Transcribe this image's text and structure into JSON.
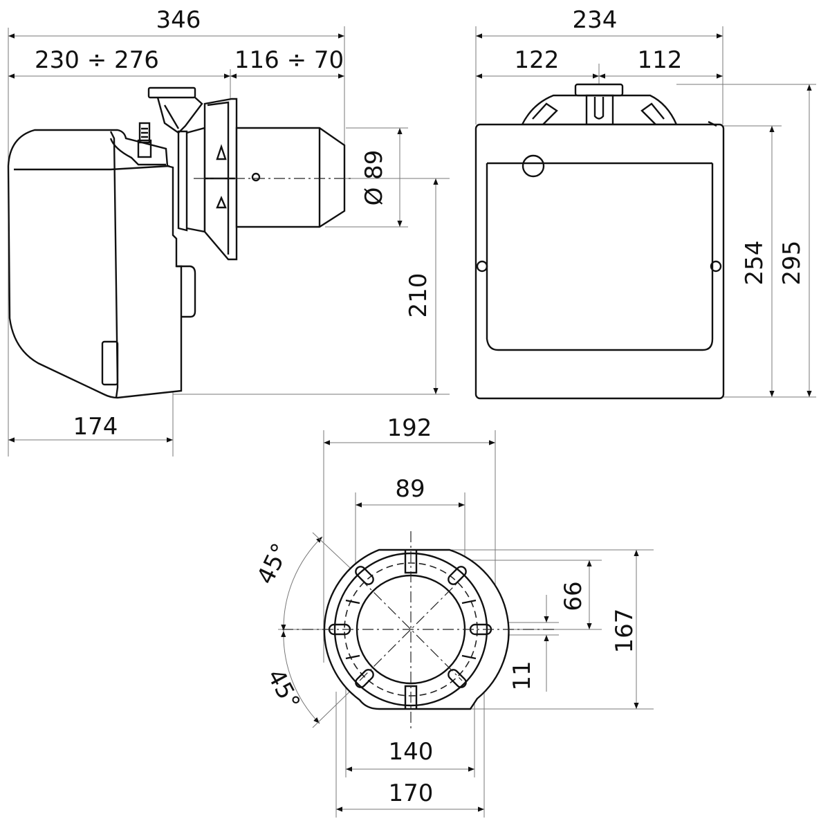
{
  "dimensions": {
    "d346": "346",
    "d230_276": "230 ÷ 276",
    "d116_70": "116 ÷ 70",
    "d234": "234",
    "d122": "122",
    "d112": "112",
    "d89_dia": "Ø 89",
    "d210": "210",
    "d254": "254",
    "d295": "295",
    "d174": "174",
    "d192": "192",
    "d89": "89",
    "d66": "66",
    "d11": "11",
    "d167": "167",
    "d140": "140",
    "d170": "170",
    "angle_top": "45°",
    "angle_bottom": "45°"
  },
  "colors": {
    "line": "#111111",
    "background": "#ffffff"
  }
}
